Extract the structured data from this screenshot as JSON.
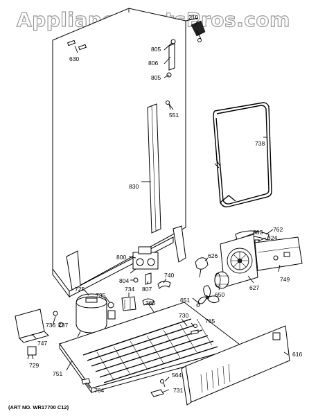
{
  "watermark": "AppliancePartsPros.com",
  "art_number": "(ART NO. WR17700 C12)",
  "callouts": [
    "210",
    "630",
    "805",
    "806",
    "805",
    "551",
    "738",
    "830",
    "683",
    "762",
    "324",
    "800",
    "626",
    "804",
    "807",
    "740",
    "627",
    "749",
    "725",
    "735",
    "734",
    "260",
    "651",
    "650",
    "736",
    "737",
    "730",
    "765",
    "747",
    "729",
    "751",
    "564",
    "731",
    "764",
    "616"
  ]
}
